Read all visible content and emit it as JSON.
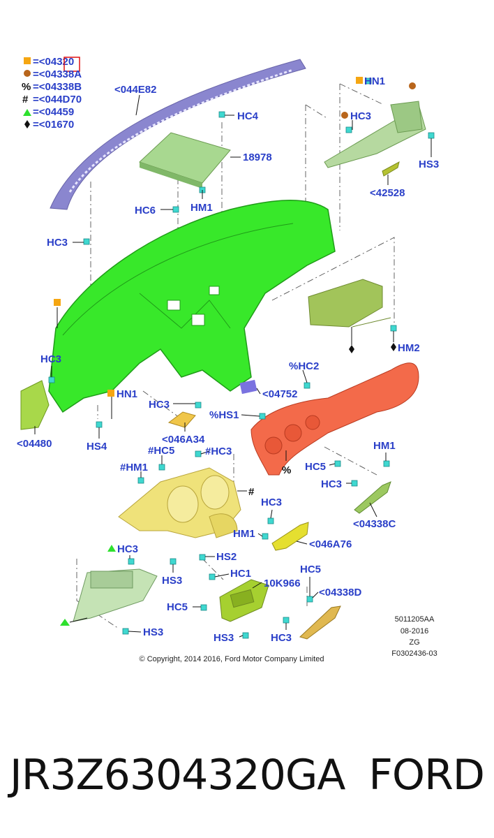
{
  "legend": [
    {
      "symbol": "square-orange",
      "text": "=<04320"
    },
    {
      "symbol": "circle-brown",
      "text": "=<04338A"
    },
    {
      "symbol": "%",
      "text": "=<04338B"
    },
    {
      "symbol": "#",
      "text": "=<044D70"
    },
    {
      "symbol": "triangle-green",
      "text": "=<04459"
    },
    {
      "symbol": "diamond-black",
      "text": "=<01670"
    }
  ],
  "labels": {
    "defroster_grille": "<044E82",
    "hc4": "HC4",
    "speaker_grille": "18978",
    "hm1_top": "HM1",
    "hc6": "HC6",
    "hc3_left": "HC3",
    "hn1_top": "HN1",
    "hc3_top_right": "HC3",
    "hs3_top_right": "HS3",
    "bracket_42528": "<42528",
    "hm2": "HM2",
    "hc3_endcap": "HC3",
    "end_cap": "<04480",
    "hs4": "HS4",
    "hn1_mid": "HN1",
    "hc3_mid": "HC3",
    "panel_046a34": "<046A34",
    "pct_hc2": "%HC2",
    "badge_04752": "<04752",
    "pct_hs1": "%HS1",
    "hash_hc5": "#HC5",
    "hash_hc3": "#HC3",
    "hash_hm1": "#HM1",
    "hm1_right": "HM1",
    "hc5_right": "HC5",
    "hc3_right": "HC3",
    "panel_04338c": "<04338C",
    "hc3_vent": "HC3",
    "hm1_vent": "HM1",
    "vent_046a76": "<046A76",
    "hs2": "HS2",
    "hc3_lower": "HC3",
    "hs3_lower": "HS3",
    "hc1": "HC1",
    "trim_10k966": "10K966",
    "hc5_lower": "HC5",
    "hs3_bottom": "HS3",
    "hs3_bottom_mid": "HS3",
    "hc5_bottom_right": "HC5",
    "panel_04338d": "<04338D",
    "hc3_bottom_right": "HC3"
  },
  "symbols": {
    "percent": "%",
    "hash": "#"
  },
  "meta": {
    "line1": "5011205AA",
    "line2": "08-2016",
    "line3": "ZG",
    "line4": "F0302436-03"
  },
  "copyright": "© Copyright, 2014 2016, Ford Motor Company Limited",
  "footer": {
    "part_number": "JR3Z6304320GA",
    "brand": "FORD"
  },
  "colors": {
    "label_blue": "#2a3fc8",
    "dash_green": "#3fdc2a",
    "trim_orange": "#f36a4a",
    "cluster_yellow": "#efe27a",
    "grille_purple": "#8a86cf",
    "clip_cyan": "#3fd8d0",
    "marker_orange": "#f5a612",
    "marker_brown": "#b8651b",
    "marker_green": "#2ee02e"
  }
}
